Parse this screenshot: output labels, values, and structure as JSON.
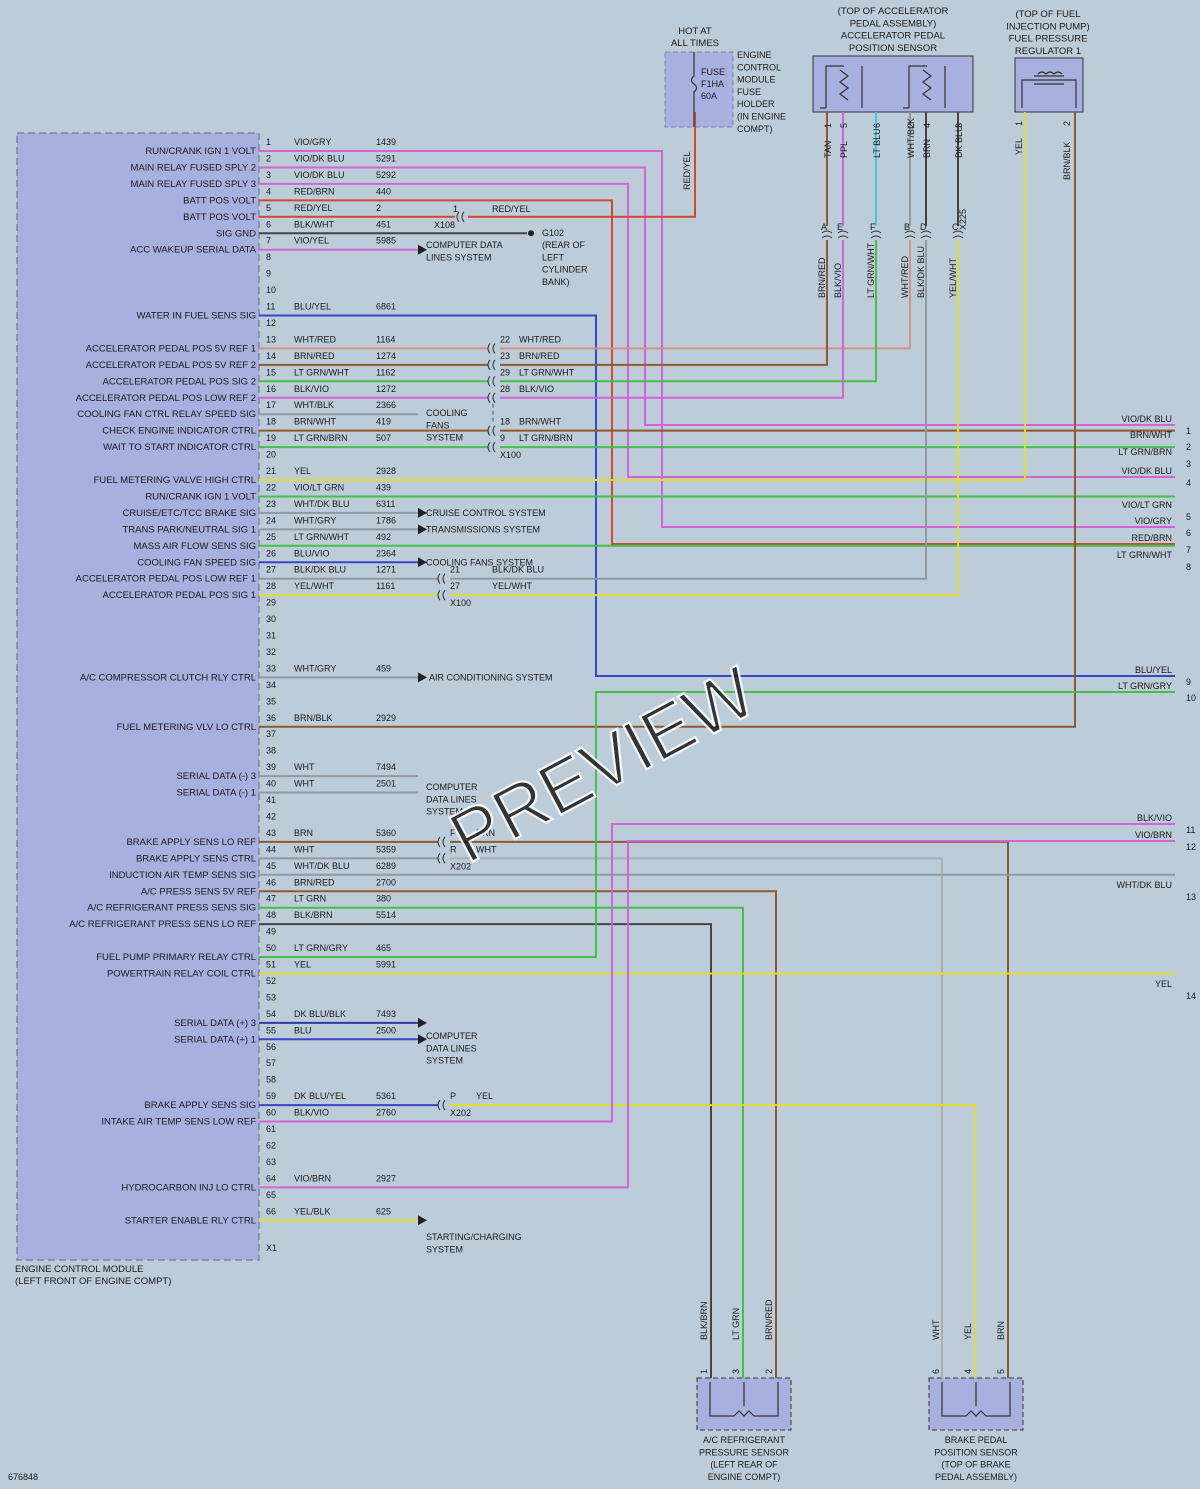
{
  "ecm": {
    "name": [
      "ENGINE CONTROL MODULE",
      "(LEFT FRONT OF ENGINE COMPT)"
    ],
    "pins": [
      {
        "n": "1",
        "label": "RUN/CRANK IGN 1 VOLT",
        "wire": "VIO/GRY",
        "circuit": "1439"
      },
      {
        "n": "2",
        "label": "MAIN RELAY FUSED SPLY 2",
        "wire": "VIO/DK BLU",
        "circuit": "5291"
      },
      {
        "n": "3",
        "label": "MAIN RELAY FUSED SPLY 3",
        "wire": "VIO/DK BLU",
        "circuit": "5292"
      },
      {
        "n": "4",
        "label": "BATT POS VOLT",
        "wire": "RED/BRN",
        "circuit": "440"
      },
      {
        "n": "5",
        "label": "BATT POS VOLT",
        "wire": "RED/YEL",
        "circuit": "2"
      },
      {
        "n": "6",
        "label": "SIG GND",
        "wire": "BLK/WHT",
        "circuit": "451"
      },
      {
        "n": "7",
        "label": "ACC WAKEUP SERIAL DATA",
        "wire": "VIO/YEL",
        "circuit": "5985"
      },
      {
        "n": "8",
        "label": "",
        "wire": "",
        "circuit": ""
      },
      {
        "n": "9",
        "label": "",
        "wire": "",
        "circuit": ""
      },
      {
        "n": "10",
        "label": "",
        "wire": "",
        "circuit": ""
      },
      {
        "n": "11",
        "label": "WATER IN FUEL SENS SIG",
        "wire": "BLU/YEL",
        "circuit": "6861"
      },
      {
        "n": "12",
        "label": "",
        "wire": "",
        "circuit": ""
      },
      {
        "n": "13",
        "label": "ACCELERATOR PEDAL POS 5V REF 1",
        "wire": "WHT/RED",
        "circuit": "1164"
      },
      {
        "n": "14",
        "label": "ACCELERATOR PEDAL POS 5V REF 2",
        "wire": "BRN/RED",
        "circuit": "1274"
      },
      {
        "n": "15",
        "label": "ACCELERATOR PEDAL POS SIG 2",
        "wire": "LT GRN/WHT",
        "circuit": "1162"
      },
      {
        "n": "16",
        "label": "ACCELERATOR PEDAL POS LOW REF 2",
        "wire": "BLK/VIO",
        "circuit": "1272"
      },
      {
        "n": "17",
        "label": "COOLING FAN CTRL RELAY SPEED SIG",
        "wire": "WHT/BLK",
        "circuit": "2366"
      },
      {
        "n": "18",
        "label": "CHECK ENGINE INDICATOR CTRL",
        "wire": "BRN/WHT",
        "circuit": "419"
      },
      {
        "n": "19",
        "label": "WAIT TO START INDICATOR CTRL",
        "wire": "LT GRN/BRN",
        "circuit": "507"
      },
      {
        "n": "20",
        "label": "",
        "wire": "",
        "circuit": ""
      },
      {
        "n": "21",
        "label": "FUEL METERING VALVE HIGH CTRL",
        "wire": "YEL",
        "circuit": "2928"
      },
      {
        "n": "22",
        "label": "RUN/CRANK IGN 1 VOLT",
        "wire": "VIO/LT GRN",
        "circuit": "439"
      },
      {
        "n": "23",
        "label": "CRUISE/ETC/TCC BRAKE SIG",
        "wire": "WHT/DK BLU",
        "circuit": "6311"
      },
      {
        "n": "24",
        "label": "TRANS PARK/NEUTRAL SIG 1",
        "wire": "WHT/GRY",
        "circuit": "1786"
      },
      {
        "n": "25",
        "label": "MASS AIR FLOW SENS SIG",
        "wire": "LT GRN/WHT",
        "circuit": "492"
      },
      {
        "n": "26",
        "label": "COOLING FAN SPEED SIG",
        "wire": "BLU/VIO",
        "circuit": "2364"
      },
      {
        "n": "27",
        "label": "ACCELERATOR PEDAL POS LOW REF 1",
        "wire": "BLK/DK BLU",
        "circuit": "1271"
      },
      {
        "n": "28",
        "label": "ACCELERATOR PEDAL POS SIG 1",
        "wire": "YEL/WHT",
        "circuit": "1161"
      },
      {
        "n": "29",
        "label": "",
        "wire": "",
        "circuit": ""
      },
      {
        "n": "30",
        "label": "",
        "wire": "",
        "circuit": ""
      },
      {
        "n": "31",
        "label": "",
        "wire": "",
        "circuit": ""
      },
      {
        "n": "32",
        "label": "",
        "wire": "",
        "circuit": ""
      },
      {
        "n": "33",
        "label": "A/C COMPRESSOR CLUTCH RLY CTRL",
        "wire": "WHT/GRY",
        "circuit": "459"
      },
      {
        "n": "34",
        "label": "",
        "wire": "",
        "circuit": ""
      },
      {
        "n": "35",
        "label": "",
        "wire": "",
        "circuit": ""
      },
      {
        "n": "36",
        "label": "FUEL METERING VLV LO CTRL",
        "wire": "BRN/BLK",
        "circuit": "2929"
      },
      {
        "n": "37",
        "label": "",
        "wire": "",
        "circuit": ""
      },
      {
        "n": "38",
        "label": "",
        "wire": "",
        "circuit": ""
      },
      {
        "n": "39",
        "label": "SERIAL DATA (-) 3",
        "wire": "WHT",
        "circuit": "7494"
      },
      {
        "n": "40",
        "label": "SERIAL DATA (-) 1",
        "wire": "WHT",
        "circuit": "2501"
      },
      {
        "n": "41",
        "label": "",
        "wire": "",
        "circuit": ""
      },
      {
        "n": "42",
        "label": "",
        "wire": "",
        "circuit": ""
      },
      {
        "n": "43",
        "label": "BRAKE APPLY SENS LO REF",
        "wire": "BRN",
        "circuit": "5360"
      },
      {
        "n": "44",
        "label": "BRAKE APPLY SENS CTRL",
        "wire": "WHT",
        "circuit": "5359"
      },
      {
        "n": "45",
        "label": "INDUCTION AIR TEMP SENS SIG",
        "wire": "WHT/DK BLU",
        "circuit": "6289"
      },
      {
        "n": "46",
        "label": "A/C PRESS SENS 5V REF",
        "wire": "BRN/RED",
        "circuit": "2700"
      },
      {
        "n": "47",
        "label": "A/C REFRIGERANT PRESS SENS SIG",
        "wire": "LT GRN",
        "circuit": "380"
      },
      {
        "n": "48",
        "label": "A/C REFRIGERANT PRESS SENS LO REF",
        "wire": "BLK/BRN",
        "circuit": "5514"
      },
      {
        "n": "49",
        "label": "",
        "wire": "",
        "circuit": ""
      },
      {
        "n": "50",
        "label": "FUEL PUMP PRIMARY RELAY CTRL",
        "wire": "LT GRN/GRY",
        "circuit": "465"
      },
      {
        "n": "51",
        "label": "POWERTRAIN RELAY COIL CTRL",
        "wire": "YEL",
        "circuit": "5991"
      },
      {
        "n": "52",
        "label": "",
        "wire": "",
        "circuit": ""
      },
      {
        "n": "53",
        "label": "",
        "wire": "",
        "circuit": ""
      },
      {
        "n": "54",
        "label": "SERIAL DATA (+) 3",
        "wire": "DK BLU/BLK",
        "circuit": "7493"
      },
      {
        "n": "55",
        "label": "SERIAL DATA (+) 1",
        "wire": "BLU",
        "circuit": "2500"
      },
      {
        "n": "56",
        "label": "",
        "wire": "",
        "circuit": ""
      },
      {
        "n": "57",
        "label": "",
        "wire": "",
        "circuit": ""
      },
      {
        "n": "58",
        "label": "",
        "wire": "",
        "circuit": ""
      },
      {
        "n": "59",
        "label": "BRAKE APPLY SENS SIG",
        "wire": "DK BLU/YEL",
        "circuit": "5361"
      },
      {
        "n": "60",
        "label": "INTAKE AIR TEMP SENS LOW REF",
        "wire": "BLK/VIO",
        "circuit": "2760"
      },
      {
        "n": "61",
        "label": "",
        "wire": "",
        "circuit": ""
      },
      {
        "n": "62",
        "label": "",
        "wire": "",
        "circuit": ""
      },
      {
        "n": "63",
        "label": "",
        "wire": "",
        "circuit": ""
      },
      {
        "n": "64",
        "label": "HYDROCARBON INJ LO CTRL",
        "wire": "VIO/BRN",
        "circuit": "2927"
      },
      {
        "n": "65",
        "label": "",
        "wire": "",
        "circuit": ""
      },
      {
        "n": "66",
        "label": "STARTER ENABLE RLY CTRL",
        "wire": "YEL/BLK",
        "circuit": "625"
      },
      {
        "n": "X1",
        "label": "",
        "wire": "",
        "circuit": ""
      }
    ]
  },
  "fuse": {
    "top": [
      "HOT AT",
      "ALL TIMES"
    ],
    "inside": [
      "FUSE",
      "F1HA",
      "60A"
    ],
    "side": [
      "ENGINE",
      "CONTROL",
      "MODULE",
      "FUSE",
      "HOLDER",
      "(IN ENGINE",
      "COMPT)"
    ],
    "wire": "RED/YEL"
  },
  "app_sensor": {
    "title": [
      "(TOP OF ACCELERATOR",
      "PEDAL ASSEMBLY)",
      "ACCELERATOR PEDAL",
      "POSITION SENSOR"
    ],
    "top_wires": [
      {
        "pin": "1",
        "wire": "TAN"
      },
      {
        "pin": "5",
        "wire": "PPL"
      },
      {
        "pin": "6",
        "wire": "LT BLU"
      },
      {
        "pin": "2",
        "wire": "WHT/BLK"
      },
      {
        "pin": "4",
        "wire": "BRN"
      },
      {
        "pin": "3",
        "wire": "DK BLU"
      }
    ],
    "conn_pins": [
      "A",
      "E",
      "F",
      "B",
      "D",
      "C"
    ],
    "conn_name": "X225",
    "bottom_wires": [
      "BRN/RED",
      "BLK/VIO",
      "LT GRN/WHT",
      "WHT/RED",
      "BLK/DK BLU",
      "YEL/WHT"
    ]
  },
  "fpr": {
    "title": [
      "(TOP OF FUEL",
      "INJECTION PUMP)",
      "FUEL PRESSURE",
      "REGULATOR 1"
    ],
    "wires": [
      {
        "pin": "1",
        "wire": "YEL"
      },
      {
        "pin": "2",
        "wire": "BRN/BLK"
      }
    ]
  },
  "g102": {
    "name": "G102",
    "desc": [
      "(REAR OF",
      "LEFT",
      "CYLINDER",
      "BANK)"
    ]
  },
  "x108": {
    "name": "X108",
    "pin": "1",
    "wire": "RED/YEL"
  },
  "x100a": {
    "rows": [
      {
        "pin": "22",
        "wire": "WHT/RED"
      },
      {
        "pin": "23",
        "wire": "BRN/RED"
      },
      {
        "pin": "29",
        "wire": "LT GRN/WHT"
      },
      {
        "pin": "28",
        "wire": "BLK/VIO"
      }
    ]
  },
  "x100b": {
    "name": "X100",
    "rows": [
      {
        "pin": "18",
        "wire": "BRN/WHT"
      },
      {
        "pin": "9",
        "wire": "LT GRN/BRN"
      }
    ]
  },
  "x100c": {
    "name": "X100",
    "rows": [
      {
        "pin": "21",
        "wire": "BLK/DK BLU"
      },
      {
        "pin": "27",
        "wire": "YEL/WHT"
      }
    ]
  },
  "x202a": {
    "name": "X202",
    "rows": [
      {
        "pin": "F",
        "wire": "BRN"
      },
      {
        "pin": "R",
        "wire": "WHT"
      }
    ]
  },
  "x202b": {
    "name": "X202",
    "rows": [
      {
        "pin": "P",
        "wire": "YEL"
      }
    ]
  },
  "systems": {
    "cooling_fans_1": [
      "COOLING",
      "FANS",
      "SYSTEM"
    ],
    "computer_data_1": [
      "COMPUTER DATA",
      "LINES SYSTEM"
    ],
    "cruise": "CRUISE CONTROL SYSTEM",
    "transmission": "TRANSMISSIONS SYSTEM",
    "cooling_fans_2": "COOLING FANS SYSTEM",
    "air_conditioning": "AIR CONDITIONING SYSTEM",
    "computer_data_2": [
      "COMPUTER",
      "DATA LINES",
      "SYSTEM"
    ],
    "computer_data_3": [
      "COMPUTER",
      "DATA LINES",
      "SYSTEM"
    ],
    "starting": [
      "STARTING/CHARGING",
      "SYSTEM"
    ]
  },
  "right_exits": [
    {
      "n": "1",
      "wire": "VIO/DK BLU"
    },
    {
      "n": "2",
      "wire": "BRN/WHT"
    },
    {
      "n": "3",
      "wire": "LT GRN/BRN"
    },
    {
      "n": "4",
      "wire": "VIO/DK BLU"
    },
    {
      "n": "5",
      "wire": "VIO/LT GRN"
    },
    {
      "n": "6",
      "wire": "VIO/GRY"
    },
    {
      "n": "7",
      "wire": "RED/BRN"
    },
    {
      "n": "8",
      "wire": "LT GRN/WHT"
    },
    {
      "n": "9",
      "wire": "BLU/YEL"
    },
    {
      "n": "10",
      "wire": "LT GRN/GRY"
    },
    {
      "n": "11",
      "wire": "BLK/VIO"
    },
    {
      "n": "12",
      "wire": "VIO/BRN"
    },
    {
      "n": "13",
      "wire": "WHT/DK BLU"
    },
    {
      "n": "14",
      "wire": "YEL"
    }
  ],
  "ac_sensor": {
    "name": [
      "A/C REFRIGERANT",
      "PRESSURE SENSOR",
      "(LEFT REAR OF",
      "ENGINE COMPT)"
    ],
    "wires": [
      {
        "pin": "1",
        "wire": "BLK/BRN"
      },
      {
        "pin": "3",
        "wire": "LT GRN"
      },
      {
        "pin": "2",
        "wire": "BRN/RED"
      }
    ]
  },
  "brake_sensor": {
    "name": [
      "BRAKE PEDAL",
      "POSITION SENSOR",
      "(TOP OF BRAKE",
      "PEDAL ASSEMBLY)"
    ],
    "wires": [
      {
        "pin": "6",
        "wire": "WHT"
      },
      {
        "pin": "4",
        "wire": "YEL"
      },
      {
        "pin": "5",
        "wire": "BRN"
      }
    ]
  },
  "watermark": "PREVIEW",
  "doc_id": "676848",
  "colors": {
    "background": "#bcccd9",
    "module": "#a7b0de",
    "module_border": "#7d84a8",
    "violet": "#d264d6",
    "red": "#cf4a2e",
    "brown": "#8e5a2c",
    "green": "#43c048",
    "lt_green": "#6acb45",
    "blue": "#3845c8",
    "yellow": "#e0dc30",
    "gray": "#90999f",
    "black": "#444444",
    "cyan": "#3ec9d8",
    "pink": "#d69080"
  }
}
